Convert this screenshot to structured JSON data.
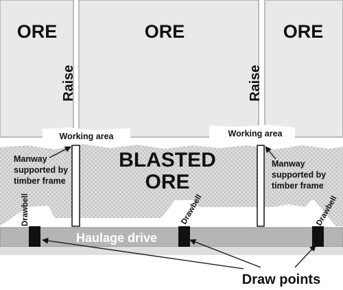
{
  "labels": {
    "ore_left": "ORE",
    "ore_center": "ORE",
    "ore_right": "ORE",
    "raise_left": "Raise",
    "raise_right": "Raise",
    "working_area_left": "Working area",
    "working_area_right": "Working area",
    "blasted_line1": "BLASTED",
    "blasted_line2": "ORE",
    "manway_left": [
      "Manway",
      "supported by",
      "timber frame"
    ],
    "manway_right": [
      "Manway",
      "supported by",
      "timber frame"
    ],
    "drawbell_left": "Drawbell",
    "drawbell_center": "Drawbell",
    "drawbell_right": "Drawbell",
    "haulage_drive": "Haulage drive",
    "draw_points": "Draw points"
  },
  "colors": {
    "ore_fill": "#e9e9e9",
    "ore_stroke": "#a8a8a8",
    "blasted_fill": "#d9d9d9",
    "blasted_dot": "#bdbdbd",
    "haulage_fill": "#b5b5b5",
    "drawpoint_fill": "#111111"
  }
}
